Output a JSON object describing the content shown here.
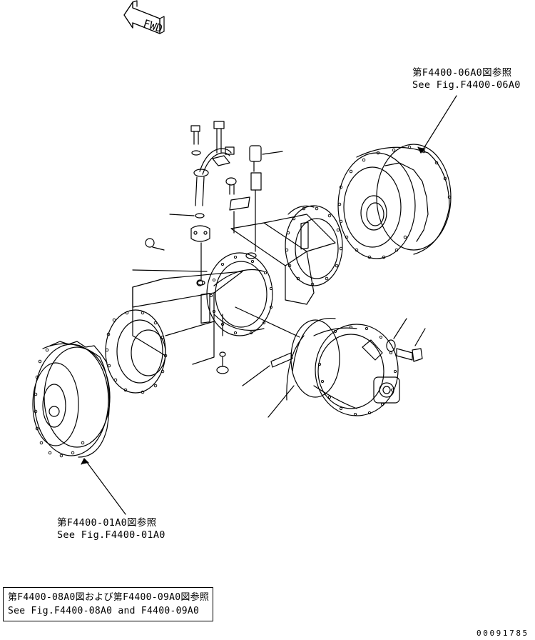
{
  "fwd_marker": "FWD",
  "references": {
    "upper_right": {
      "line1": "第F4400-06A0図参照",
      "line2": "See Fig.F4400-06A0"
    },
    "lower_left": {
      "line1": "第F4400-01A0図参照",
      "line2": "See Fig.F4400-01A0"
    },
    "boxed": {
      "line1": "第F4400-08A0図および第F4400-09A0図参照",
      "line2": "See Fig.F4400-08A0 and F4400-09A0"
    }
  },
  "drawing_number": "00091785",
  "colors": {
    "line": "#000000",
    "background": "#ffffff"
  }
}
